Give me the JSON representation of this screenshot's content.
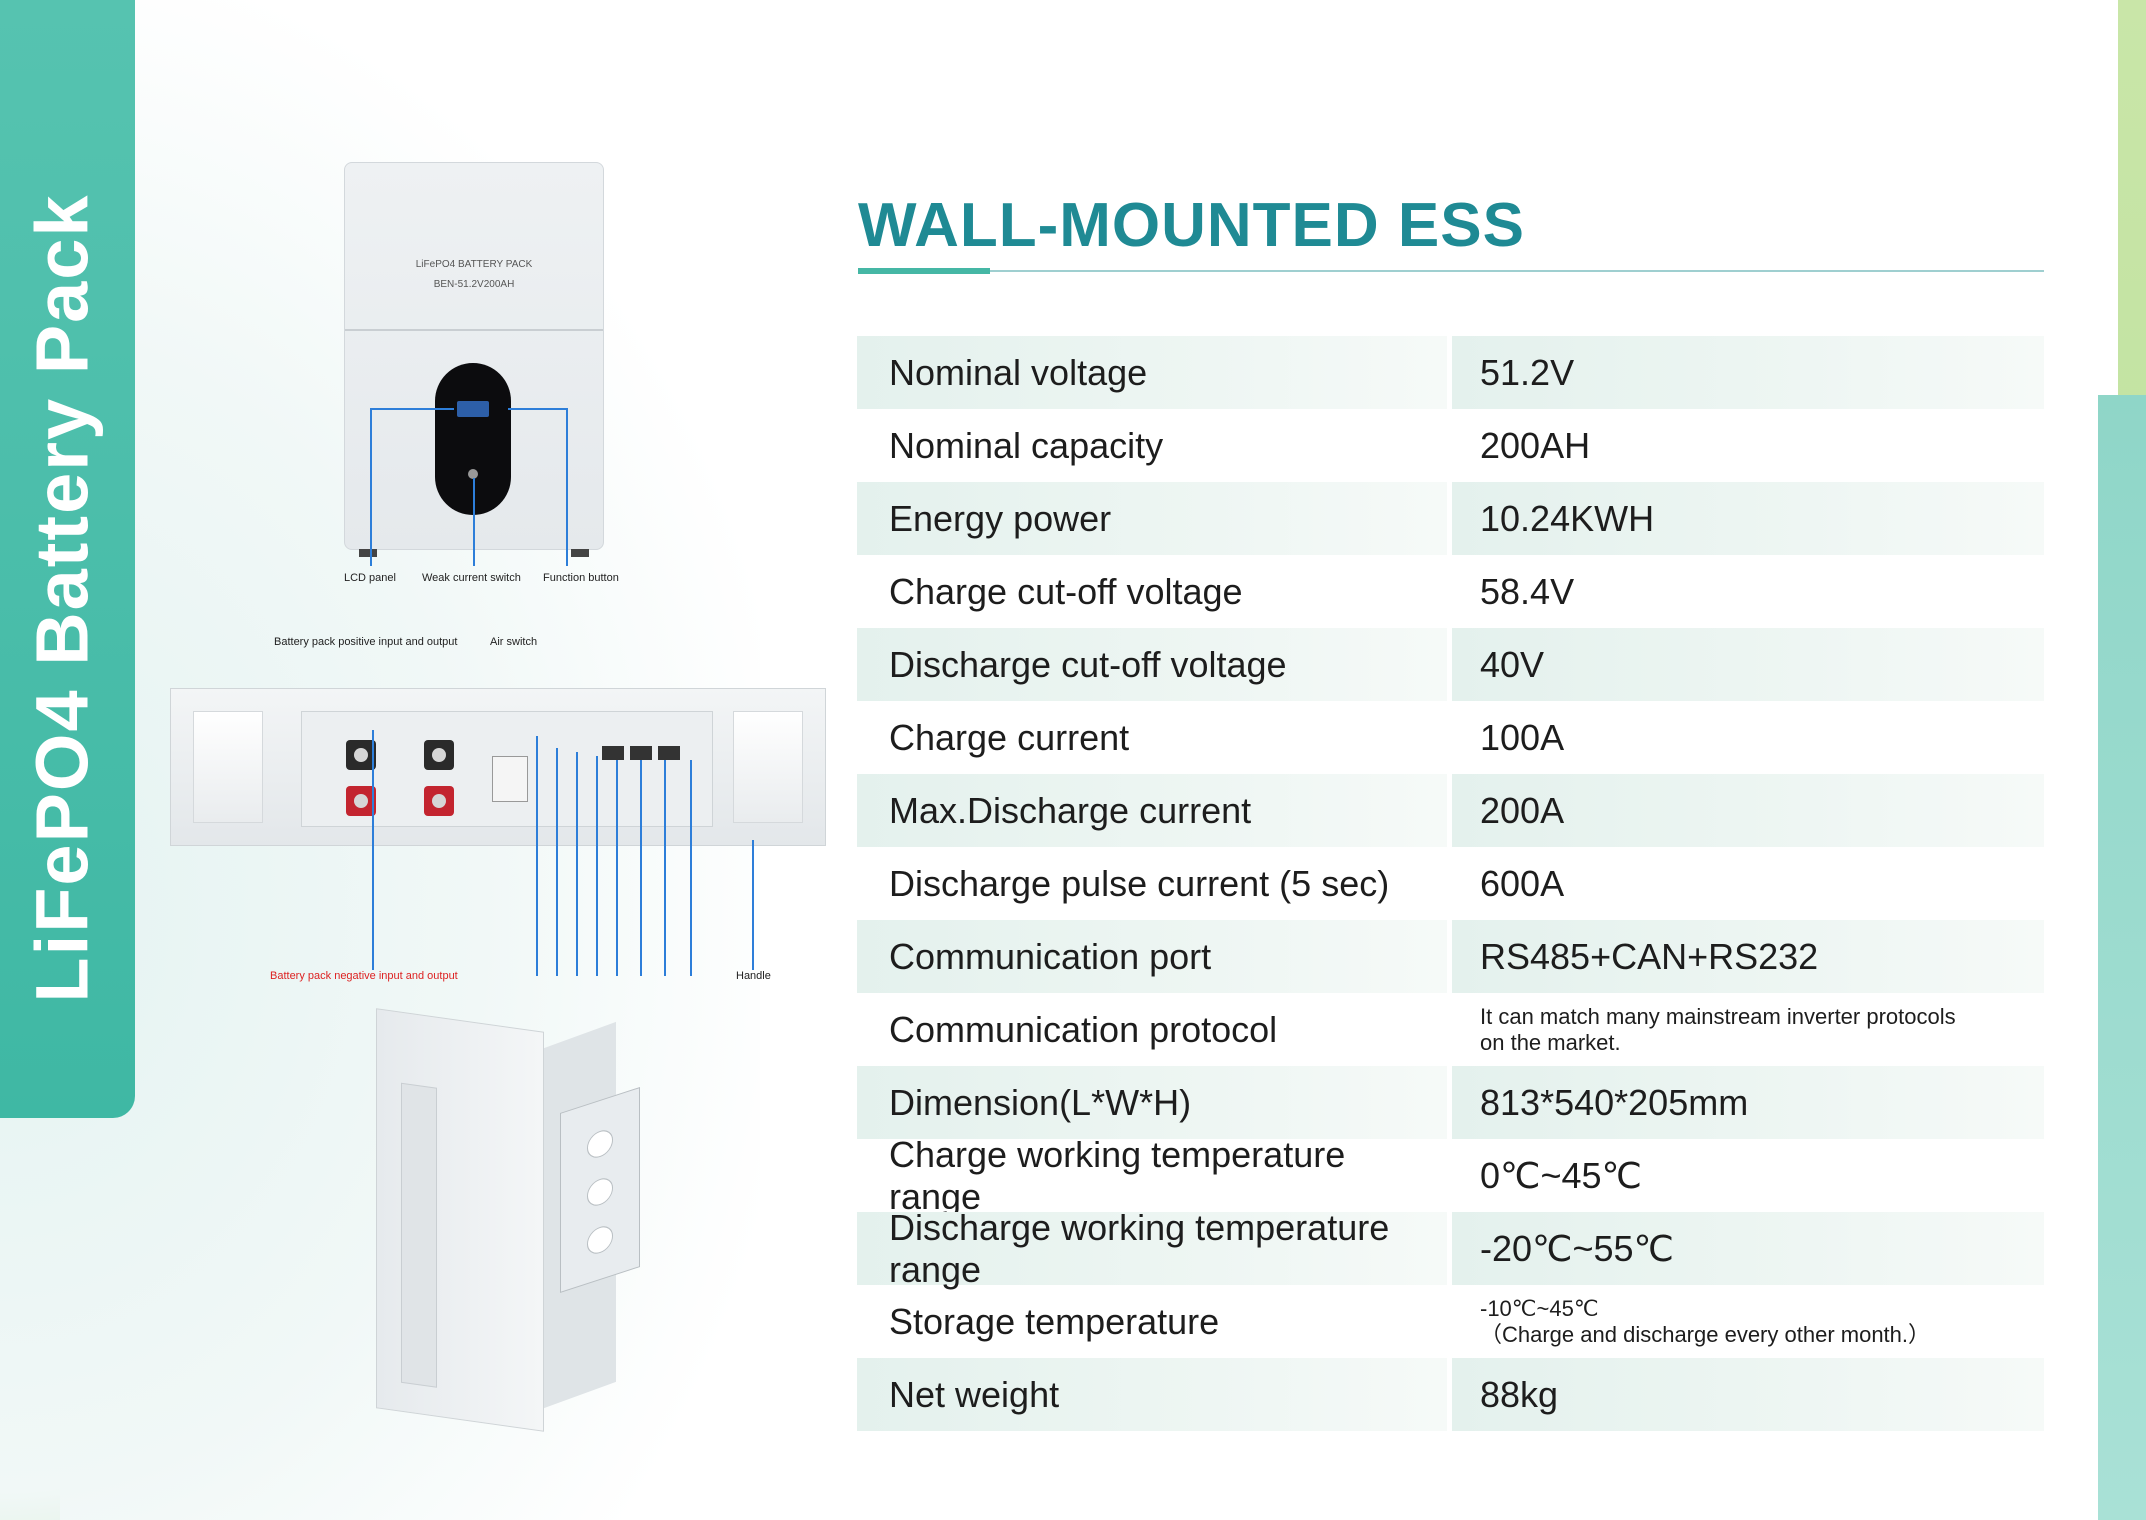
{
  "side_tab": {
    "label": "LiFePO4 Battery Pack"
  },
  "title": "WALL-MOUNTED ESS",
  "unit_front": {
    "label_line1": "LiFePO4 BATTERY PACK",
    "label_line2": "BEN-51.2V200AH",
    "callouts": {
      "lcd": "LCD panel",
      "weak_switch": "Weak current switch",
      "function_button": "Function button"
    }
  },
  "unit_top": {
    "callouts": {
      "positive": "Battery pack positive input and output",
      "air_switch": "Air switch",
      "negative": "Battery pack negative input and output",
      "handle": "Handle"
    }
  },
  "specs": [
    {
      "label": "Nominal voltage",
      "value": "51.2V"
    },
    {
      "label": "Nominal capacity",
      "value": "200AH"
    },
    {
      "label": "Energy power",
      "value": "10.24KWH"
    },
    {
      "label": "Charge cut-off voltage",
      "value": "58.4V"
    },
    {
      "label": "Discharge cut-off voltage",
      "value": "40V"
    },
    {
      "label": "Charge current",
      "value": "100A"
    },
    {
      "label": "Max.Discharge current",
      "value": "200A"
    },
    {
      "label": "Discharge pulse current (5 sec)",
      "value": "600A"
    },
    {
      "label": "Communication port",
      "value": "RS485+CAN+RS232"
    },
    {
      "label": "Communication protocol",
      "value": "It can match many mainstream inverter  protocols",
      "value_line2": "on the market."
    },
    {
      "label": "Dimension(L*W*H)",
      "value": "813*540*205mm"
    },
    {
      "label": "Charge working temperature range",
      "value": "0℃~45℃"
    },
    {
      "label": "Discharge working temperature range",
      "value": "-20℃~55℃"
    },
    {
      "label": "Storage temperature",
      "value": "-10℃~45℃",
      "value_line2": "（Charge and discharge every other month.）"
    },
    {
      "label": "Net weight",
      "value": "88kg"
    }
  ]
}
